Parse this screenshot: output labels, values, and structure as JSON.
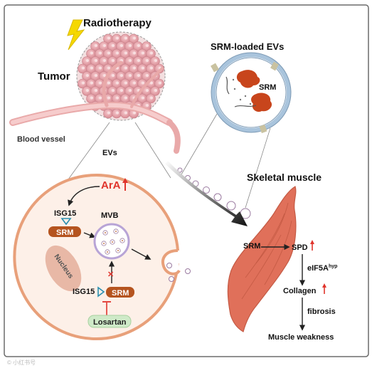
{
  "labels": {
    "radiotherapy": "Radiotherapy",
    "tumor": "Tumor",
    "blood_vessel": "Blood vessel",
    "evs": "EVs",
    "srm_loaded_evs": "SRM-loaded EVs",
    "srm_in_ev": "SRM",
    "skeletal_muscle": "Skeletal muscle",
    "ara": "ArA",
    "isg15_top": "ISG15",
    "srm_top": "SRM",
    "mvb": "MVB",
    "nucleus": "Nucleus",
    "isg15_bottom": "ISG15",
    "srm_bottom": "SRM",
    "losartan": "Losartan",
    "srm_muscle": "SRM",
    "spd": "SPD",
    "eif5a": "eIF5A",
    "eif5a_sup": "hyp",
    "collagen": "Collagen",
    "fibrosis": "fibrosis",
    "muscle_weakness": "Muscle weakness",
    "watermark": "© 小红书号"
  },
  "colors": {
    "frame": "#555555",
    "cell_outline": "#e8a07a",
    "cell_fill": "#fdf0e8",
    "srm_box": "#b5541f",
    "up_arrow": "#e0342c",
    "tumor_cell": "#e6a0a8",
    "vessel": "#f0b8b8",
    "muscle": "#e0705a",
    "losartan": "#cfeac8",
    "ev_ring": "#a9c4dc"
  }
}
